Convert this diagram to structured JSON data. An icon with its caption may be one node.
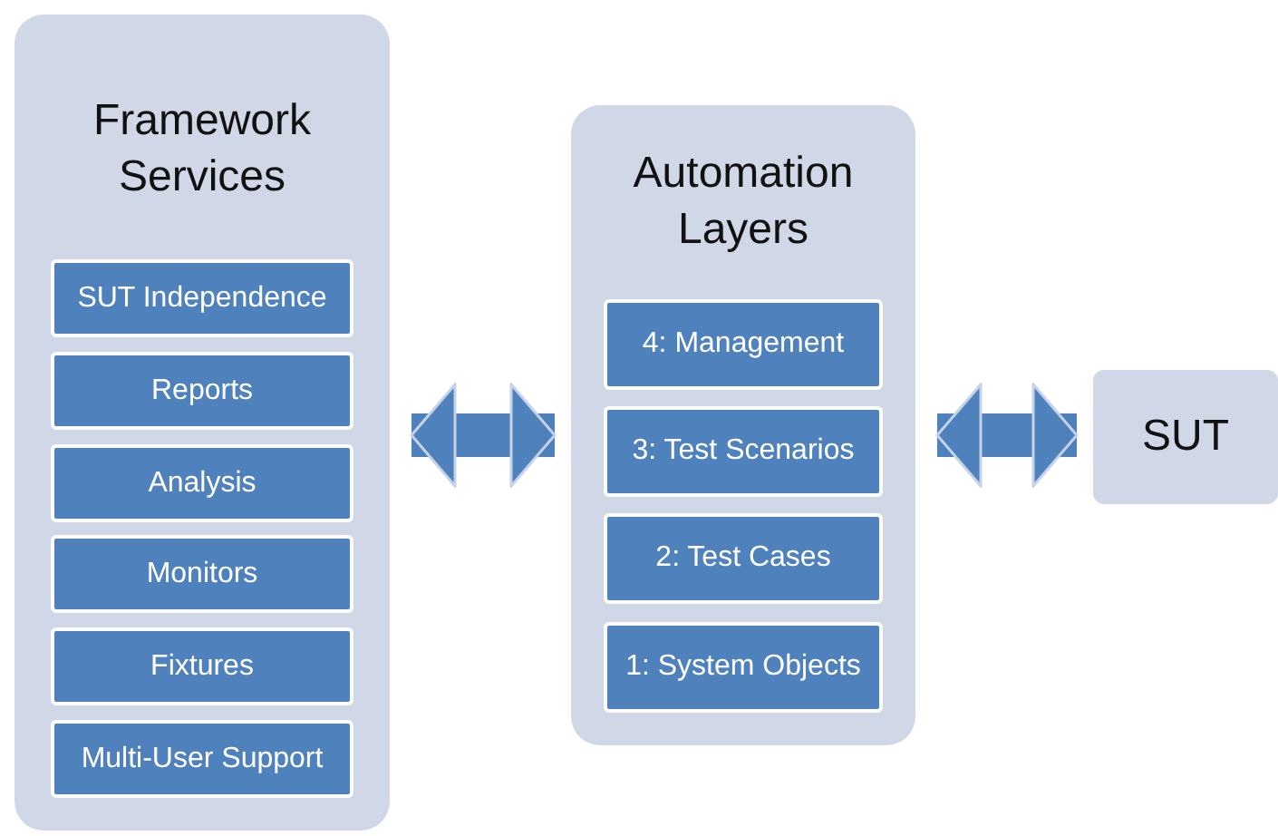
{
  "diagram": {
    "nodes": [
      {
        "text": [
          "Framework Services"
        ]
      },
      {
        "text": [
          "SUT Independence"
        ],
        "in": 0
      },
      {
        "text": [
          "Reports"
        ],
        "in": 0
      },
      {
        "text": [
          "Analysis"
        ],
        "in": 0
      },
      {
        "text": [
          "Monitors"
        ],
        "in": 0
      },
      {
        "text": [
          "Fixtures"
        ],
        "in": 0
      },
      {
        "text": [
          "Multi-User Support"
        ],
        "in": 0
      },
      {
        "text": [
          "Automation Layers"
        ]
      },
      {
        "text": [
          "4: Management"
        ],
        "in": 7
      },
      {
        "text": [
          "3: Test Scenarios"
        ],
        "in": 7
      },
      {
        "text": [
          "2: Test Cases"
        ],
        "in": 7
      },
      {
        "text": [
          "1: System Objects"
        ],
        "in": 7
      },
      {
        "text": [
          "SUT"
        ]
      }
    ],
    "edges": [
      {
        "from": 0,
        "to": 7,
        "arrow": "both"
      },
      {
        "from": 7,
        "to": 12,
        "arrow": "both"
      }
    ]
  }
}
